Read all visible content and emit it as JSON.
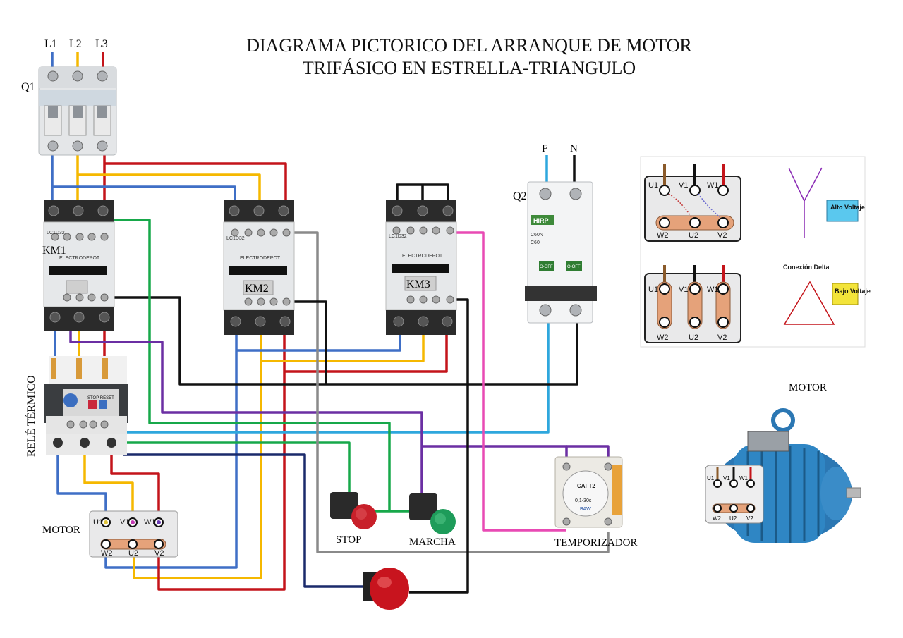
{
  "title": {
    "line1": "DIAGRAMA PICTORICO DEL ARRANQUE DE MOTOR",
    "line2": "TRIFÁSICO EN ESTRELLA-TRIANGULO"
  },
  "phases": {
    "l1": "L1",
    "l2": "L2",
    "l3": "L3"
  },
  "supply": {
    "f": "F",
    "n": "N"
  },
  "breaker_q1": {
    "label": "Q1"
  },
  "breaker_q2": {
    "label": "Q2",
    "brand": "HIRP",
    "model": "C60N",
    "rating": "C60",
    "off1": "O-OFF",
    "off2": "O-OFF"
  },
  "contactors": {
    "km1": {
      "label": "KM1",
      "brand": "ELECTRODEPOT",
      "model": "LC1D32"
    },
    "km2": {
      "label": "KM2",
      "brand": "ELECTRODEPOT",
      "model": "LC1D32"
    },
    "km3": {
      "label": "KM3",
      "brand": "ELECTRODEPOT",
      "model": "LC1D32"
    }
  },
  "relay": {
    "label": "RELÉ TÉRMICO",
    "stop_reset": "STOP  RESET"
  },
  "motor_terminal_box": {
    "label": "MOTOR",
    "top": [
      "U1",
      "V1",
      "W1"
    ],
    "bottom": [
      "W2",
      "U2",
      "V2"
    ]
  },
  "push_buttons": {
    "stop": "STOP",
    "marcha": "MARCHA"
  },
  "timer": {
    "label": "TEMPORIZADOR",
    "model": "CAFT2",
    "range": "0,1-30s",
    "brand": "BAW"
  },
  "connection_diagrams": {
    "star": {
      "caption": "Alto Voltaje",
      "top": [
        "U1",
        "V1",
        "W1"
      ],
      "bottom": [
        "W2",
        "U2",
        "V2"
      ]
    },
    "delta": {
      "title": "Conexión Delta",
      "caption": "Bajo Voltaje",
      "top": [
        "U1",
        "V1",
        "W1"
      ],
      "bottom": [
        "W2",
        "U2",
        "V2"
      ]
    }
  },
  "motor_photo": {
    "label": "MOTOR",
    "top": [
      "U1",
      "V1",
      "W1"
    ],
    "bottom": [
      "W2",
      "U2",
      "V2"
    ]
  },
  "colors": {
    "l1": "#3f6fc6",
    "l2": "#f5b800",
    "l3": "#c4141a",
    "control_green": "#17a84a",
    "control_purple": "#6b2fa3",
    "control_black": "#111111",
    "control_gray": "#8a8a8a",
    "control_pink": "#e84ab4",
    "control_cyan": "#2ea7dd",
    "navy": "#1a2a6b",
    "motor_blue": "#2b77b3"
  }
}
